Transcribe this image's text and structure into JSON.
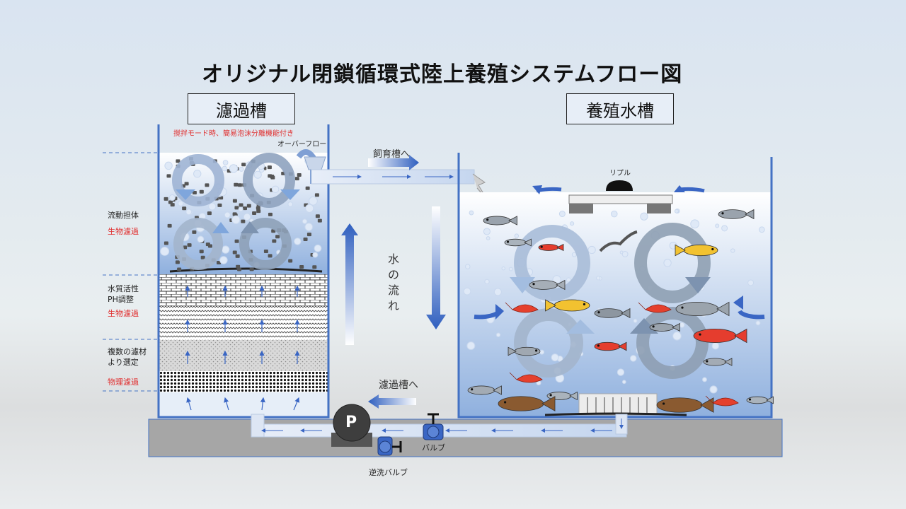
{
  "title": "オリジナル閉鎖循環式陸上養殖システムフロー図",
  "filter_tank": {
    "label": "濾過槽",
    "note": "撹拌モード時、簡易泡沫分離機能付き",
    "overflow": "オーバーフロー",
    "layers": [
      {
        "name": "流動担体",
        "type": "生物濾過"
      },
      {
        "name": "水質活性\nPH調整",
        "type": "生物濾過"
      },
      {
        "name": "複数の濾材\nより選定",
        "type": "物理濾過"
      }
    ]
  },
  "culture_tank": {
    "label": "養殖水槽",
    "ripple": "リプル"
  },
  "flows": {
    "to_culture": "飼育槽へ",
    "water_flow": "水の流れ",
    "to_filter": "濾過槽へ"
  },
  "equipment": {
    "pump": "P",
    "valve": "バルブ",
    "backwash_valve": "逆洗バルブ"
  },
  "colors": {
    "tank_border": "#4472c4",
    "arrow_blue": "#3a66c4",
    "base": "#a6a6a6"
  }
}
